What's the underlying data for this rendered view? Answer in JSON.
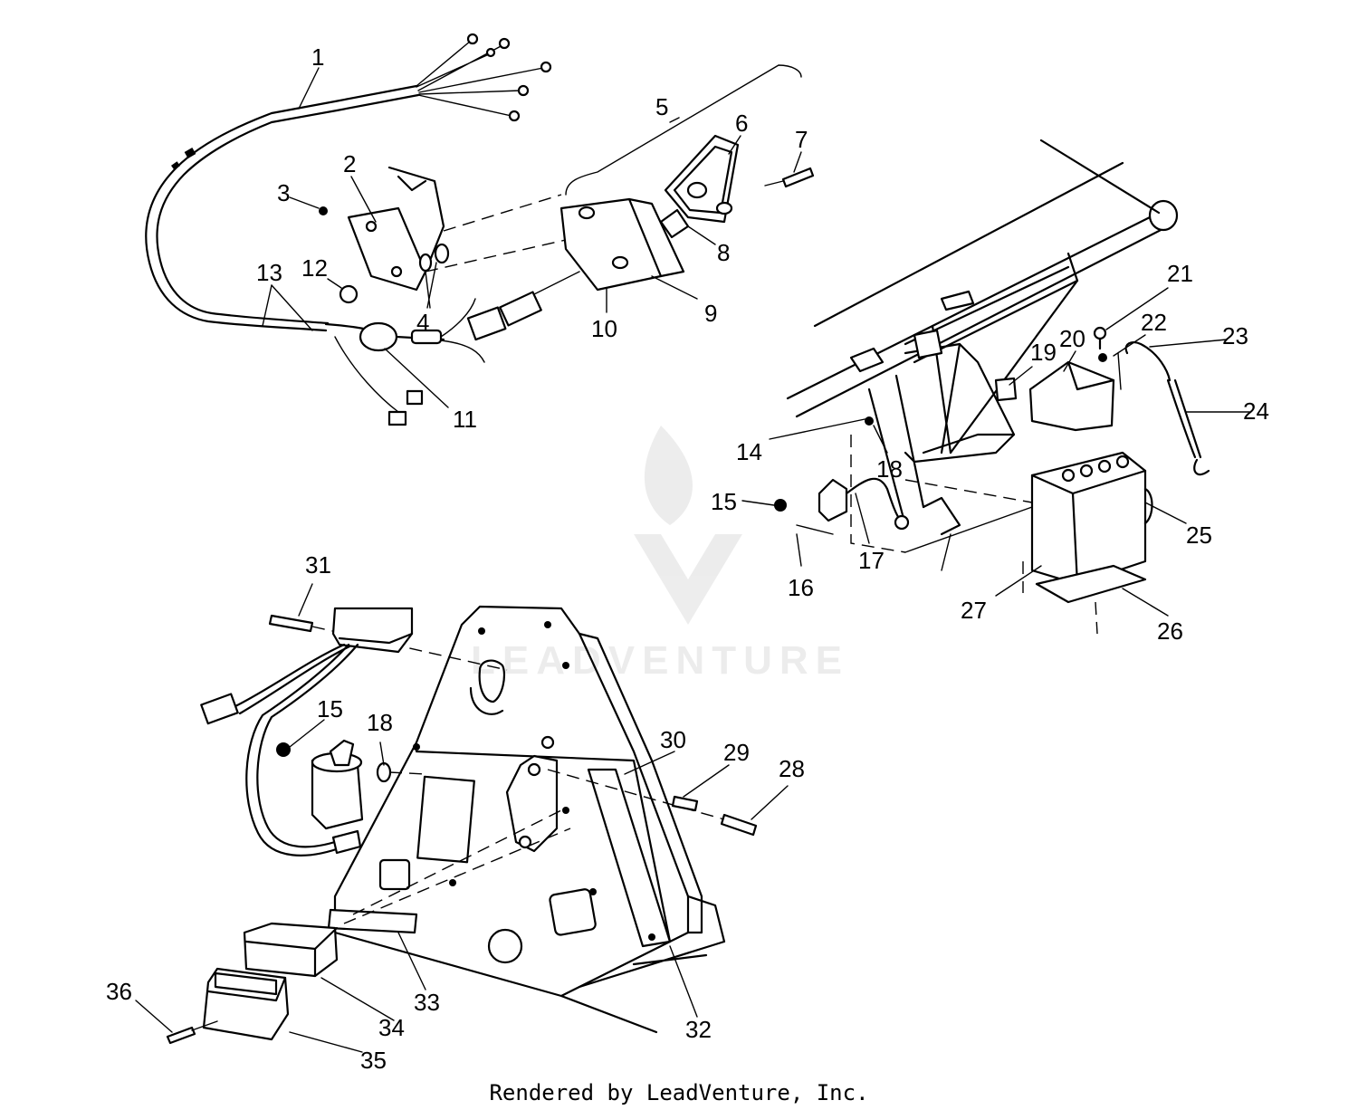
{
  "footer": "Rendered by LeadVenture, Inc.",
  "watermark": {
    "text": "LEADVENTURE",
    "icon": "leadventure-flame-logo"
  },
  "callouts": {
    "c1": "1",
    "c2": "2",
    "c3": "3",
    "c4": "4",
    "c5": "5",
    "c6": "6",
    "c7": "7",
    "c8": "8",
    "c9": "9",
    "c10": "10",
    "c11": "11",
    "c12": "12",
    "c13": "13",
    "c14": "14",
    "c15": "15",
    "c15b": "15",
    "c16": "16",
    "c17": "17",
    "c18": "18",
    "c18b": "18",
    "c19": "19",
    "c20": "20",
    "c21": "21",
    "c22": "22",
    "c23": "23",
    "c24": "24",
    "c25": "25",
    "c26": "26",
    "c27": "27",
    "c28": "28",
    "c29": "29",
    "c30": "30",
    "c31": "31",
    "c32": "32",
    "c33": "33",
    "c34": "34",
    "c35": "35",
    "c36": "36"
  }
}
